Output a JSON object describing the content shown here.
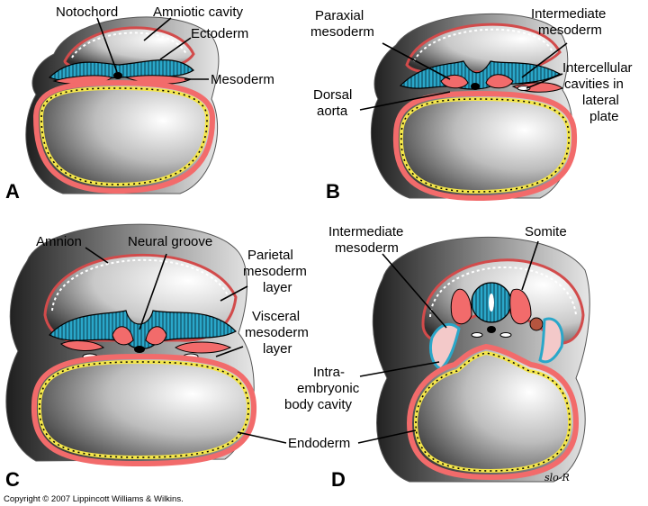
{
  "panels": {
    "A": {
      "letter": "A",
      "labels": {
        "notochord": "Notochord",
        "amniotic_cavity": "Amniotic cavity",
        "ectoderm": "Ectoderm",
        "mesoderm": "Mesoderm"
      }
    },
    "B": {
      "letter": "B",
      "labels": {
        "paraxial": [
          "Paraxial",
          "mesoderm"
        ],
        "intermediate": [
          "Intermediate",
          "mesoderm"
        ],
        "intercellular": [
          "Intercellular",
          "cavities in",
          "lateral",
          "plate"
        ],
        "dorsal_aorta": [
          "Dorsal",
          "aorta"
        ]
      }
    },
    "C": {
      "letter": "C",
      "labels": {
        "amnion": "Amnion",
        "neural_groove": "Neural groove",
        "parietal": [
          "Parietal",
          "mesoderm",
          "layer"
        ],
        "visceral": [
          "Visceral",
          "mesoderm",
          "layer"
        ]
      }
    },
    "D": {
      "letter": "D",
      "labels": {
        "intermediate": [
          "Intermediate",
          "mesoderm"
        ],
        "somite": "Somite",
        "intraembryonic": [
          "Intra-",
          "embryonic",
          "body cavity"
        ],
        "endoderm": "Endoderm"
      }
    }
  },
  "colors": {
    "mesoderm_pink": "#f26b6b",
    "ectoderm_blue": "#2aa7c9",
    "endoderm_yellow": "#f4e64a",
    "tissue_pale": "#f3c9c9",
    "shadow_gray": "#888888"
  },
  "footer": {
    "copyright": "Copyright © 2007 Lippincott Williams & Wilkins.",
    "signature": "slo-R"
  }
}
